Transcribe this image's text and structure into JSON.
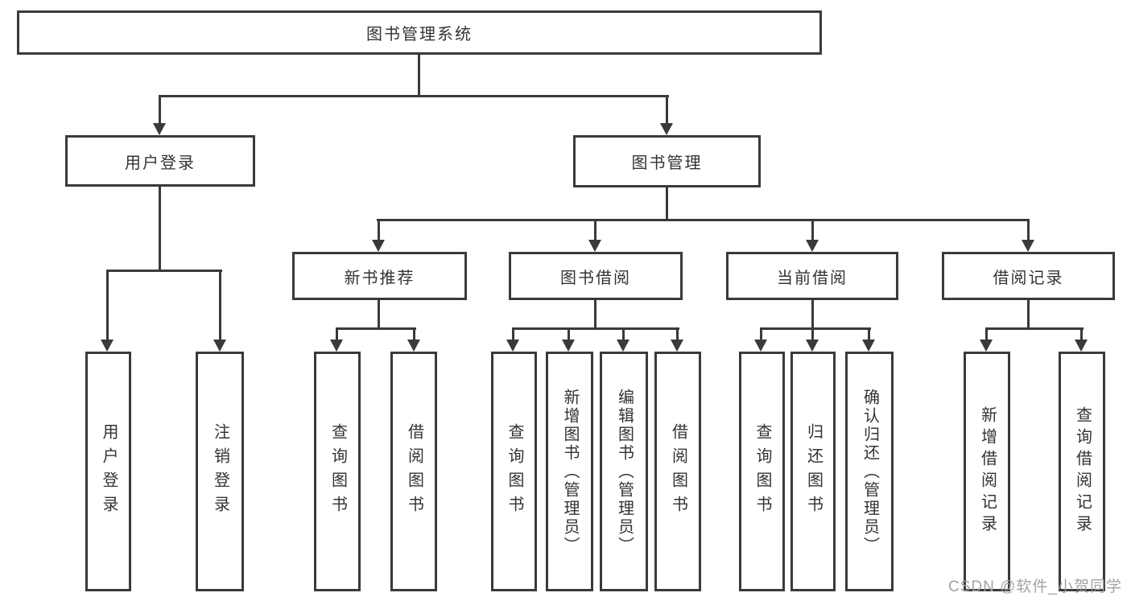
{
  "nodes": {
    "root": "图书管理系统",
    "user_login": "用户登录",
    "book_mgmt": "图书管理",
    "new_book_rec": "新书推荐",
    "book_borrow": "图书借阅",
    "current_borrow": "当前借阅",
    "borrow_records": "借阅记录",
    "leaf_user_login": "用户登录",
    "leaf_logout": "注销登录",
    "leaf_rec_query_books": "查询图书",
    "leaf_rec_borrow_books": "借阅图书",
    "leaf_bb_query_books": "查询图书",
    "leaf_bb_add_books": "新增图书（管理员）",
    "leaf_bb_edit_books": "编辑图书（管理员）",
    "leaf_bb_borrow_books": "借阅图书",
    "leaf_cb_query_books": "查询图书",
    "leaf_cb_return_books": "归还图书",
    "leaf_cb_confirm_return": "确认归还（管理员）",
    "leaf_br_add_record": "新增借阅记录",
    "leaf_br_query_record": "查询借阅记录"
  },
  "hierarchy": {
    "图书管理系统": {
      "用户登录": [
        "用户登录",
        "注销登录"
      ],
      "图书管理": {
        "新书推荐": [
          "查询图书",
          "借阅图书"
        ],
        "图书借阅": [
          "查询图书",
          "新增图书（管理员）",
          "编辑图书（管理员）",
          "借阅图书"
        ],
        "当前借阅": [
          "查询图书",
          "归还图书",
          "确认归还（管理员）"
        ],
        "借阅记录": [
          "新增借阅记录",
          "查询借阅记录"
        ]
      }
    }
  },
  "watermark": "CSDN @软件_小贺同学",
  "colors": {
    "line": "#3a3a3a",
    "text": "#333333",
    "background": "#ffffff",
    "watermark": "#9e9e9e"
  }
}
